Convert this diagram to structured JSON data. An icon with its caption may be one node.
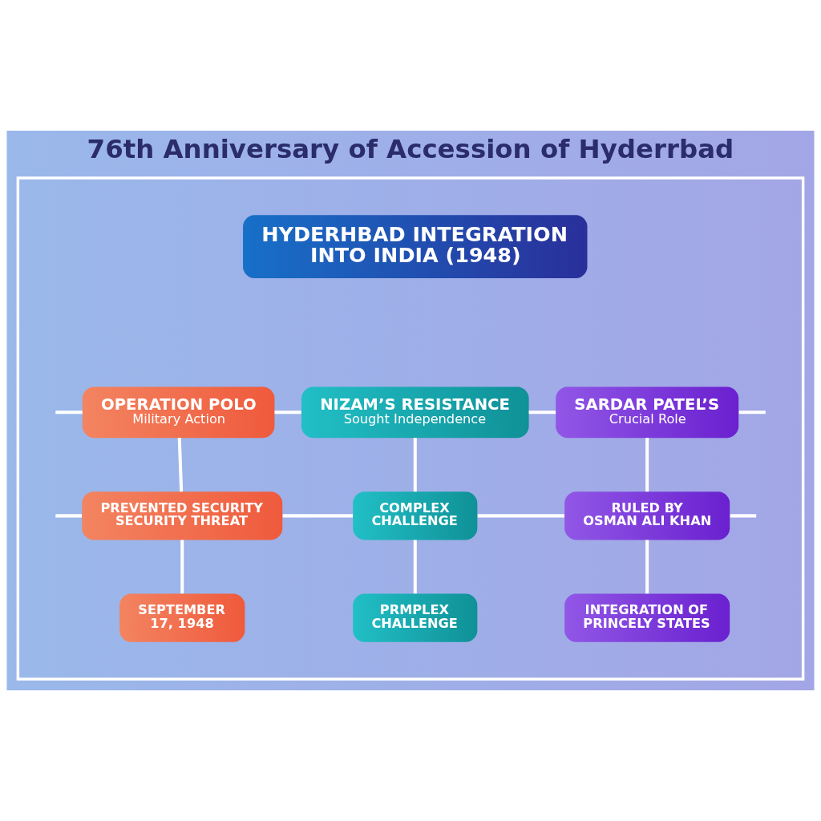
{
  "diagram": {
    "title": "76th Anniversary of Accession of Hyderrbad",
    "nodes": [
      {
        "text": [],
        "shape": "box"
      },
      {
        "text": [
          "HYDERHBAD INTEGRATION INTO INDIA (1948)"
        ],
        "in": 0
      },
      {
        "text": [
          "OPERATION POLO",
          "Military Action"
        ],
        "in": 0
      },
      {
        "text": [
          "NIZAM’S RESISTANCE",
          "Sought Independence"
        ],
        "in": 0
      },
      {
        "text": [
          "SARDAR PATEL’S",
          "Crucial Role"
        ],
        "in": 0
      },
      {
        "text": [
          "PREVENTED SECURITY SECURITY THREAT"
        ],
        "in": 0
      },
      {
        "text": [
          "COMPLEX CHALLENGE"
        ],
        "in": 0
      },
      {
        "text": [
          "RULED BY OSMAN ALI KHAN"
        ],
        "in": 0
      },
      {
        "text": [
          "SEPTEMBER 17, 1948"
        ],
        "in": 0
      },
      {
        "text": [
          "PRMPLEX CHALLENGE"
        ],
        "in": 0
      },
      {
        "text": [
          "INTEGRATION OF PRINCELY STATES"
        ],
        "in": 0
      }
    ],
    "edges": [
      {
        "from": null,
        "to": 2,
        "arrow": "none"
      },
      {
        "from": 2,
        "to": 3,
        "arrow": "none"
      },
      {
        "from": 3,
        "to": 4,
        "arrow": "none"
      },
      {
        "from": 4,
        "to": null,
        "arrow": "none"
      },
      {
        "from": null,
        "to": 5,
        "arrow": "none"
      },
      {
        "from": 5,
        "to": 6,
        "arrow": "none"
      },
      {
        "from": 6,
        "to": 7,
        "arrow": "none"
      },
      {
        "from": 7,
        "to": null,
        "arrow": "none"
      },
      {
        "from": 2,
        "to": 5,
        "arrow": "none"
      },
      {
        "from": 5,
        "to": 8,
        "arrow": "none"
      },
      {
        "from": 3,
        "to": 6,
        "arrow": "none"
      },
      {
        "from": 6,
        "to": 9,
        "arrow": "none"
      },
      {
        "from": 4,
        "to": 7,
        "arrow": "none"
      },
      {
        "from": 7,
        "to": 10,
        "arrow": "none"
      }
    ]
  }
}
